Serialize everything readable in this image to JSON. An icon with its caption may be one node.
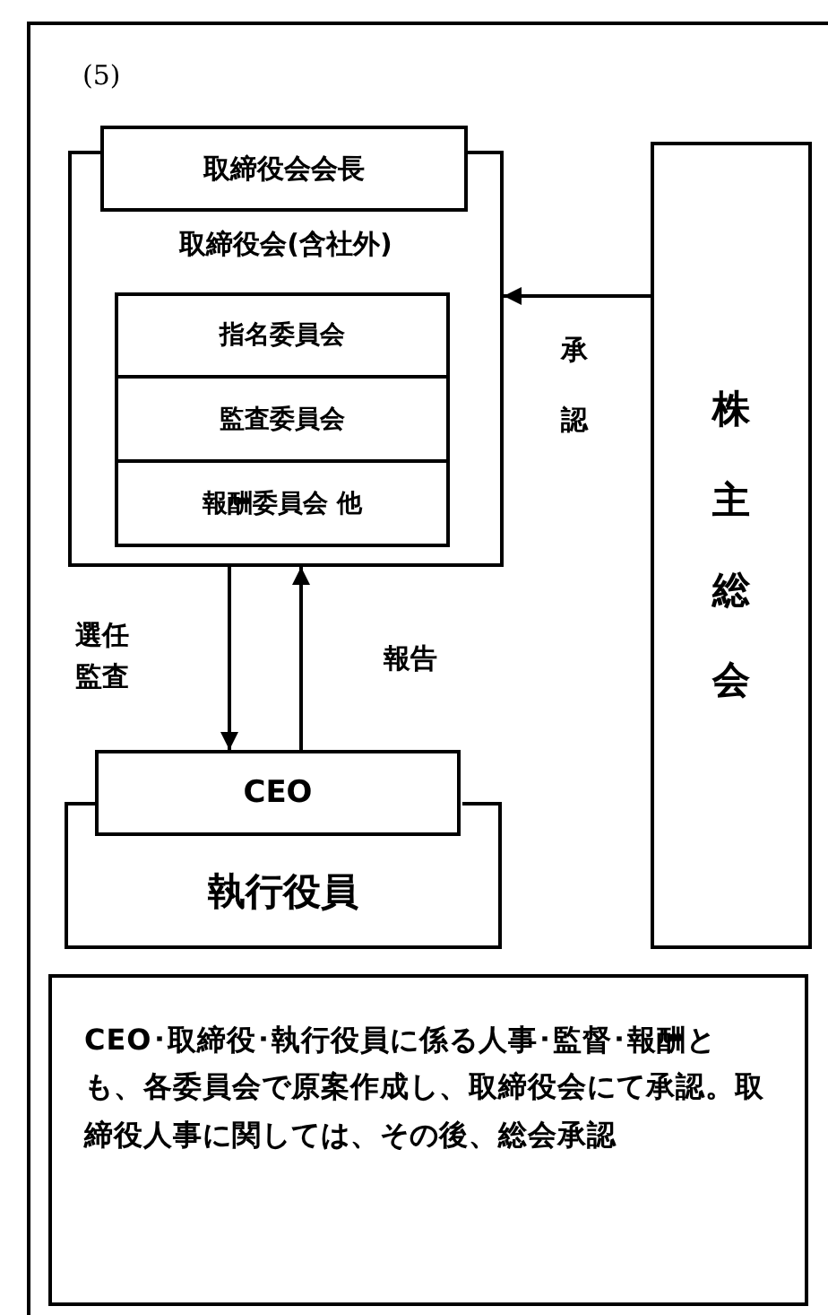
{
  "diagram": {
    "nodes": [
      {
        "text": [
          "取締役会会長"
        ]
      },
      {
        "text": [
          "取締役会(含社外)"
        ]
      },
      {
        "text": [
          "指名委員会"
        ],
        "in": 1
      },
      {
        "text": [
          "監査委員会"
        ],
        "in": 1
      },
      {
        "text": [
          "報酬委員会 他"
        ],
        "in": 1
      },
      {
        "text": [
          "株主総会"
        ]
      },
      {
        "text": [
          "CEO"
        ]
      },
      {
        "text": [
          "執行役員"
        ]
      },
      {
        "text": [
          "CEO･取締役･執行役員に係る人事･監督･報酬とも、各委員会で原案作成し、取締役会にて承認。取締役人事に関しては、その後、総会承認"
        ]
      }
    ],
    "edges": [
      {
        "from": 5,
        "to": 1,
        "arrow": "to",
        "label": "承認"
      },
      {
        "from": 1,
        "to": 6,
        "arrow": "to",
        "label": "選任監査"
      },
      {
        "from": 6,
        "to": 1,
        "arrow": "to",
        "label": "報告"
      }
    ],
    "labels": [
      "(5)"
    ]
  }
}
